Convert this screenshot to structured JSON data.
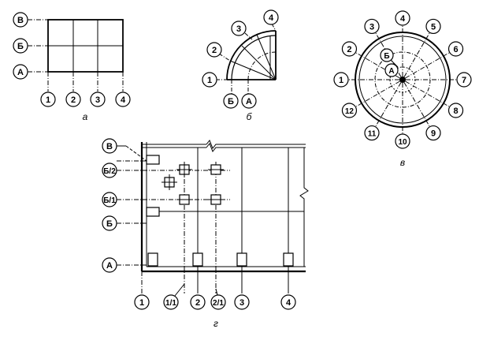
{
  "diagrams": {
    "a": {
      "caption": "а",
      "rows": [
        "А",
        "Б",
        "В"
      ],
      "cols": [
        "1",
        "2",
        "3",
        "4"
      ]
    },
    "b": {
      "caption": "б",
      "rows": [
        "А",
        "Б"
      ],
      "cols": [
        "1",
        "2",
        "3",
        "4"
      ]
    },
    "v": {
      "caption": "в",
      "rings": [
        "А",
        "Б"
      ],
      "radials": [
        "1",
        "2",
        "3",
        "4",
        "5",
        "6",
        "7",
        "8",
        "9",
        "10",
        "11",
        "12"
      ]
    },
    "g": {
      "caption": "г",
      "rows": [
        "А",
        "Б",
        "Б/1",
        "Б/2",
        "В"
      ],
      "cols": [
        "1",
        "1/1",
        "2",
        "2/1",
        "3",
        "4"
      ]
    }
  }
}
